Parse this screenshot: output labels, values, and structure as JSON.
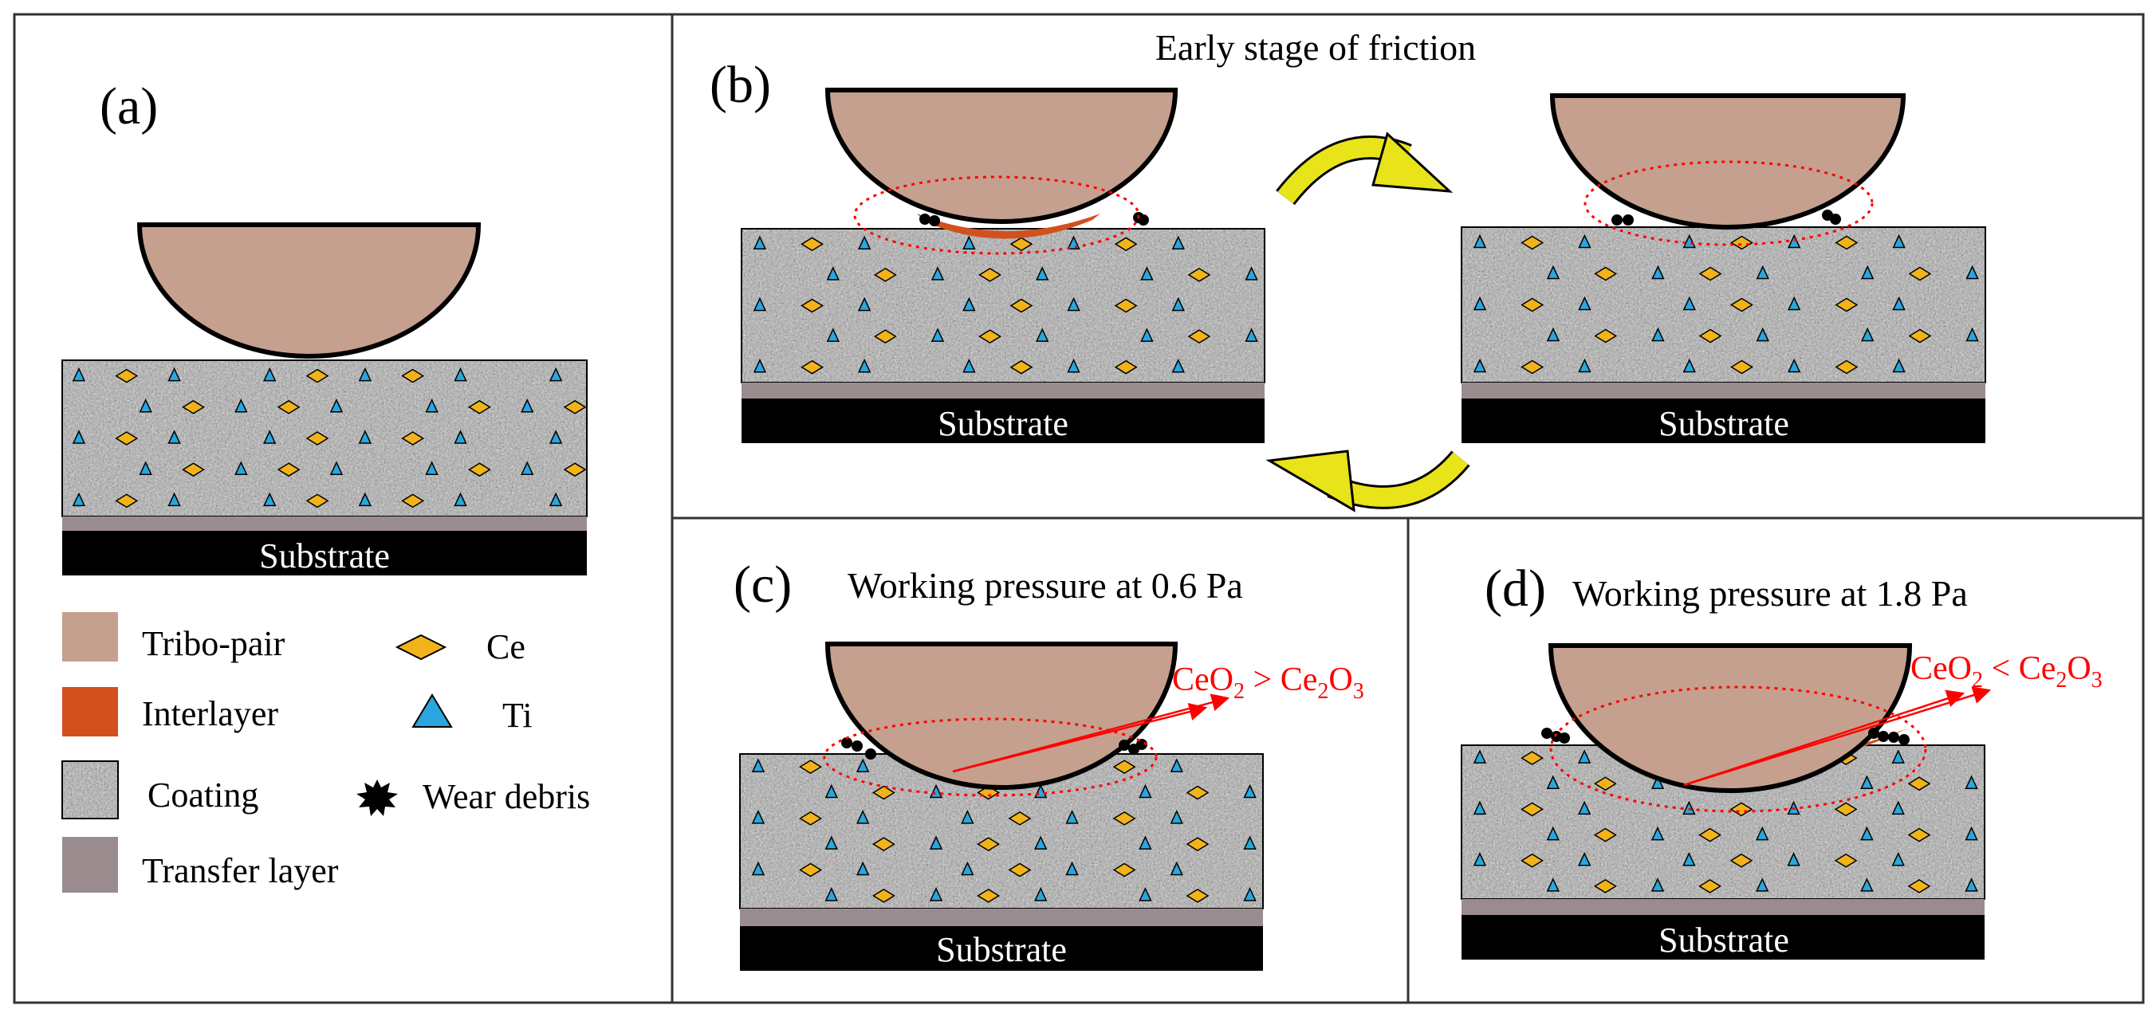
{
  "colors": {
    "tribo_pair": "#c5a08e",
    "interlayer": "#d2501e",
    "coating_base": "#a9a9a9",
    "transfer_layer": "#9a8c8e",
    "substrate": "#000000",
    "ce_fill": "#f2b31a",
    "ti_fill": "#2aa6df",
    "arrow_cycle": "#e9e31a",
    "annotation_red": "#ff0000",
    "frame": "#333333"
  },
  "panel_a": {
    "label": "(a)",
    "substrate_label": "Substrate"
  },
  "legend": {
    "items": [
      {
        "id": "tribo",
        "label": "Tribo-pair",
        "icon": "tribo-pair-swatch"
      },
      {
        "id": "interlayer",
        "label": "Interlayer",
        "icon": "interlayer-swatch"
      },
      {
        "id": "coating",
        "label": "Coating",
        "icon": "coating-swatch"
      },
      {
        "id": "transfer",
        "label": "Transfer layer",
        "icon": "transfer-layer-swatch"
      },
      {
        "id": "ce",
        "label": "Ce",
        "icon": "ce-diamond-icon"
      },
      {
        "id": "ti",
        "label": "Ti",
        "icon": "ti-triangle-icon"
      },
      {
        "id": "debris",
        "label": "Wear debris",
        "icon": "wear-debris-icon"
      }
    ]
  },
  "panel_b": {
    "label": "(b)",
    "title": "Early stage of friction",
    "substrate_left": "Substrate",
    "substrate_right": "Substrate"
  },
  "panel_c": {
    "label": "(c)",
    "title": "Working pressure at 0.6 Pa",
    "substrate_label": "Substrate",
    "annotation": {
      "a": "CeO",
      "a_sub": "2",
      "op": " > ",
      "b": "Ce",
      "b_sub1": "2",
      "b_mid": "O",
      "b_sub2": "3"
    }
  },
  "panel_d": {
    "label": "(d)",
    "title": "Working pressure at 1.8 Pa",
    "substrate_label": "Substrate",
    "annotation": {
      "a": "CeO",
      "a_sub": "2",
      "op": " < ",
      "b": "Ce",
      "b_sub1": "2",
      "b_mid": "O",
      "b_sub2": "3"
    }
  }
}
